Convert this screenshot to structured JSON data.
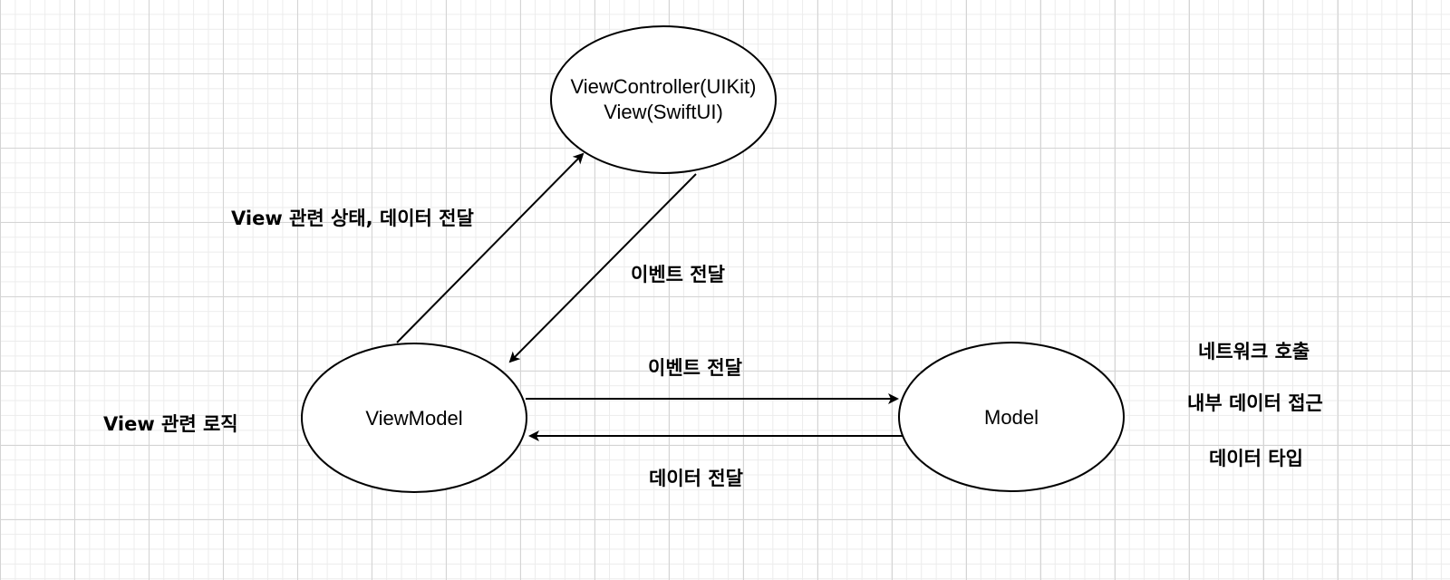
{
  "nodes": {
    "view": {
      "line1": "ViewController(UIKit)",
      "line2": "View(SwiftUI)"
    },
    "viewmodel": {
      "label": "ViewModel"
    },
    "model": {
      "label": "Model"
    }
  },
  "edges": {
    "vm_to_view": {
      "label": "View 관련 상태, 데이터 전달"
    },
    "view_to_vm": {
      "label": "이벤트 전달"
    },
    "vm_to_model": {
      "label": "이벤트 전달"
    },
    "model_to_vm": {
      "label": "데이터 전달"
    }
  },
  "notes": {
    "viewmodel": "View 관련 로직",
    "model": [
      "네트워크 호출",
      "내부 데이터 접근",
      "데이터 타입"
    ]
  },
  "colors": {
    "stroke": "#000000",
    "grid_major": "#d4d4d4",
    "grid_minor": "#ececec",
    "background": "#ffffff"
  }
}
